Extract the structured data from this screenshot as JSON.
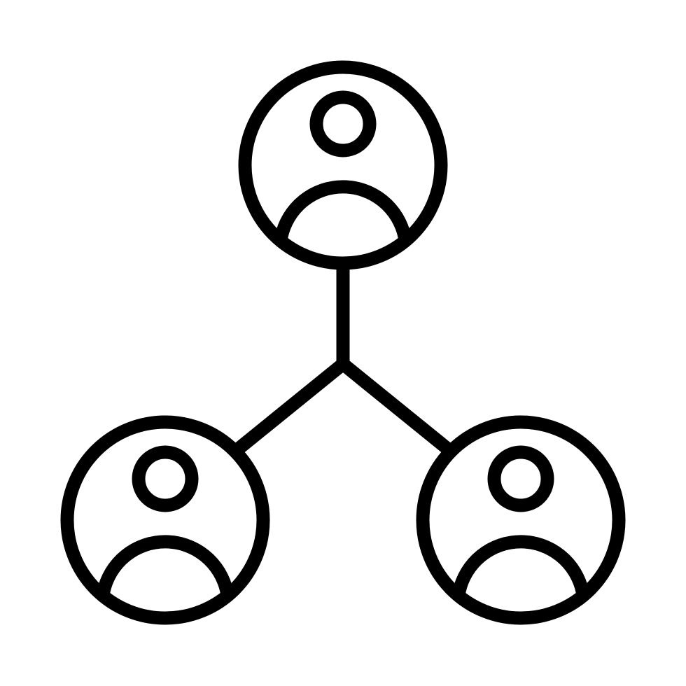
{
  "icon": {
    "name": "user-network-icon",
    "stroke_color": "#000000",
    "background_color": "#ffffff",
    "nodes": [
      {
        "id": "top",
        "icon": "user-avatar-icon"
      },
      {
        "id": "bottom-left",
        "icon": "user-avatar-icon"
      },
      {
        "id": "bottom-right",
        "icon": "user-avatar-icon"
      }
    ],
    "connectors": [
      {
        "from": "hub",
        "to": "top"
      },
      {
        "from": "hub",
        "to": "bottom-left"
      },
      {
        "from": "hub",
        "to": "bottom-right"
      }
    ]
  }
}
